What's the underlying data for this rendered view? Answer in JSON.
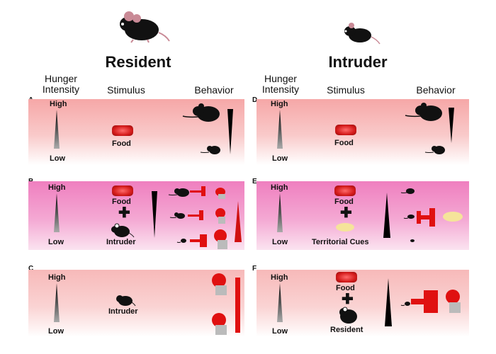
{
  "titles": {
    "resident": "Resident",
    "intruder": "Intruder"
  },
  "headers": {
    "hunger": "Hunger\nIntensity",
    "stimulus": "Stimulus",
    "behavior": "Behavior"
  },
  "letters": {
    "a": "A",
    "b": "B",
    "c": "C",
    "d": "D",
    "e": "E",
    "f": "F"
  },
  "labels": {
    "high": "High",
    "low": "Low",
    "food": "Food",
    "intruder": "Intruder",
    "resident": "Resident",
    "territorial_cues": "Territorial Cues"
  },
  "colors": {
    "band_red": "#f6a7a7",
    "band_pink": "#ef7fbf",
    "food_red": "#d41b1b",
    "inhibit_red": "#e01010",
    "cue_yellow": "#f5e49a",
    "mouse_black": "#111111"
  },
  "icons": [
    "mouse-icon",
    "rat-icon",
    "food-pellet-icon",
    "plus-icon",
    "inhibition-icon",
    "territorial-cue-icon",
    "gradient-wedge-icon"
  ]
}
